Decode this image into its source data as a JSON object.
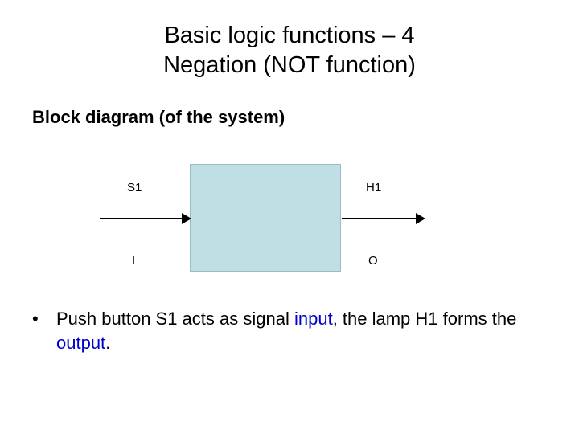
{
  "slide": {
    "title_line1": "Basic logic functions – 4",
    "title_line2": "Negation (NOT function)",
    "subtitle": "Block diagram (of the system)",
    "diagram": {
      "block_fill": "#bfdfe4",
      "input_label_top": "S1",
      "input_label_bottom": "I",
      "output_label_top": "H1",
      "output_label_bottom": "O",
      "input_arrow": "arrow-right-icon",
      "output_arrow": "arrow-right-icon"
    },
    "bullet": {
      "marker": "•",
      "part1": "Push button S1 acts as signal ",
      "highlight1": "input",
      "part2": ", the lamp H1 forms the ",
      "highlight2": "output",
      "part3": "."
    }
  }
}
